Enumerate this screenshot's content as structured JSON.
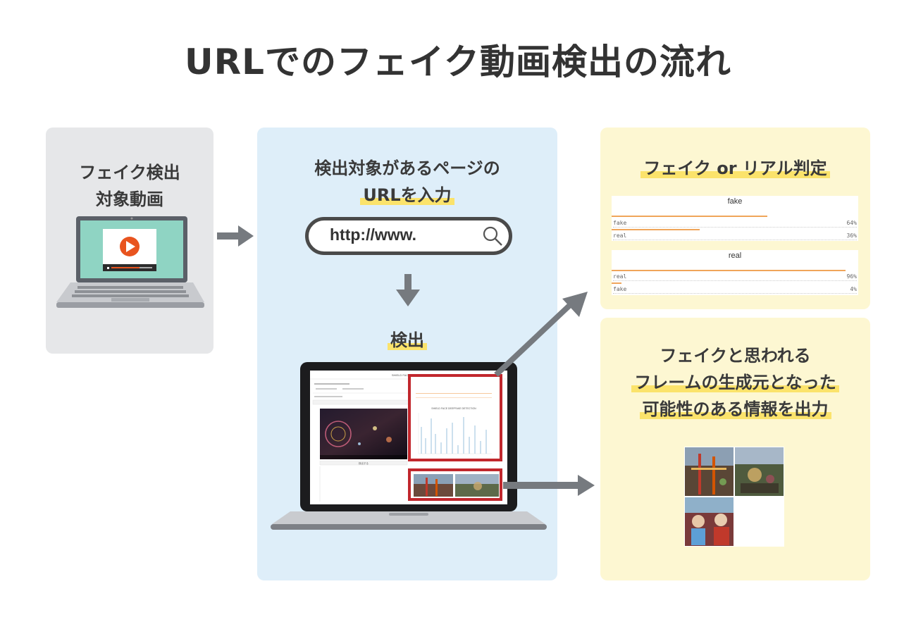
{
  "title": "URLでのフェイク動画検出の流れ",
  "step1": {
    "label_line1": "フェイク検出",
    "label_line2": "対象動画"
  },
  "step2": {
    "label_line1": "検出対象があるページの",
    "label_line2": "URLを入力",
    "search_text": "http://www.",
    "detect_label": "検出",
    "screen_title": "SHIELD FACE DEEPFAKE",
    "screen_chart_title": "SHIELD FACE DEEPFAKE DETECTION",
    "screen_button": "検出する"
  },
  "step3": {
    "label": "フェイク or リアル判定",
    "cards": [
      {
        "title": "fake",
        "rows": [
          {
            "label": "fake",
            "pct": "64%",
            "value": 64
          },
          {
            "label": "real",
            "pct": "36%",
            "value": 36
          }
        ]
      },
      {
        "title": "real",
        "rows": [
          {
            "label": "real",
            "pct": "96%",
            "value": 96
          },
          {
            "label": "fake",
            "pct": "4%",
            "value": 4
          }
        ]
      }
    ]
  },
  "step4": {
    "label_line1": "フェイクと思われる",
    "label_line2": "フレームの生成元となった",
    "label_line3": "可能性のある情報を出力"
  },
  "colors": {
    "panel_gray": "#e6e7e9",
    "panel_blue": "#deeef9",
    "panel_yellow": "#fdf7d2",
    "highlight": "#fbe36b",
    "arrow": "#767a7f",
    "frame_red": "#c1272d",
    "play_orange": "#e8541f",
    "bar_orange": "#f0a55a"
  }
}
